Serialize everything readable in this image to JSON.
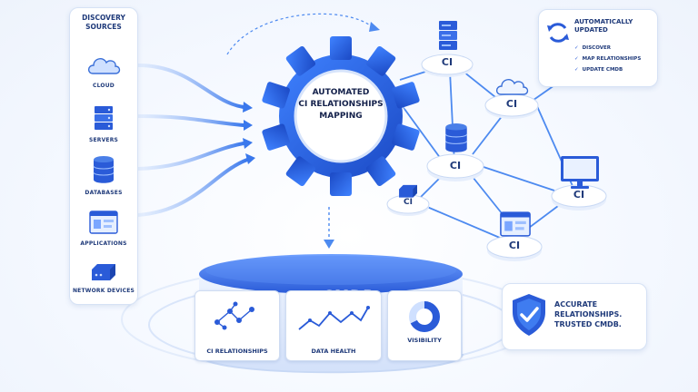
{
  "sources": {
    "title": "DISCOVERY SOURCES",
    "items": [
      {
        "label": "CLOUD",
        "icon": "cloud-icon"
      },
      {
        "label": "SERVERS",
        "icon": "server-icon"
      },
      {
        "label": "DATABASES",
        "icon": "database-icon"
      },
      {
        "label": "APPLICATIONS",
        "icon": "application-window-icon"
      },
      {
        "label": "NETWORK DEVICES",
        "icon": "network-device-icon"
      }
    ]
  },
  "gear": {
    "line1": "AUTOMATED",
    "line2": "CI RELATIONSHIPS",
    "line3": "MAPPING"
  },
  "ci_nodes": [
    {
      "label": "CI",
      "icon": "server-icon"
    },
    {
      "label": "CI",
      "icon": "cloud-icon"
    },
    {
      "label": "CI",
      "icon": "database-icon"
    },
    {
      "label": "CI",
      "icon": "network-device-icon"
    },
    {
      "label": "CI",
      "icon": "monitor-icon"
    },
    {
      "label": "CI",
      "icon": "application-window-icon"
    }
  ],
  "auto_update": {
    "title_line1": "AUTOMATICALLY",
    "title_line2": "UPDATED",
    "items": [
      "DISCOVER",
      "MAP RELATIONSHIPS",
      "UPDATE CMDB"
    ],
    "icon": "refresh-icon"
  },
  "cmdb": {
    "title": "CMDB",
    "cards": [
      {
        "label": "CI RELATIONSHIPS",
        "icon": "network-graph-icon"
      },
      {
        "label": "DATA HEALTH",
        "icon": "line-chart-icon"
      },
      {
        "label": "VISIBILITY",
        "icon": "donut-chart-icon"
      }
    ]
  },
  "accuracy": {
    "line1": "ACCURATE",
    "line2": "RELATIONSHIPS.",
    "line3": "TRUSTED CMDB.",
    "icon": "shield-check-icon"
  },
  "colors": {
    "primary": "#2a5bd8",
    "dark": "#1f3a7a",
    "light": "#dbe7fb"
  }
}
